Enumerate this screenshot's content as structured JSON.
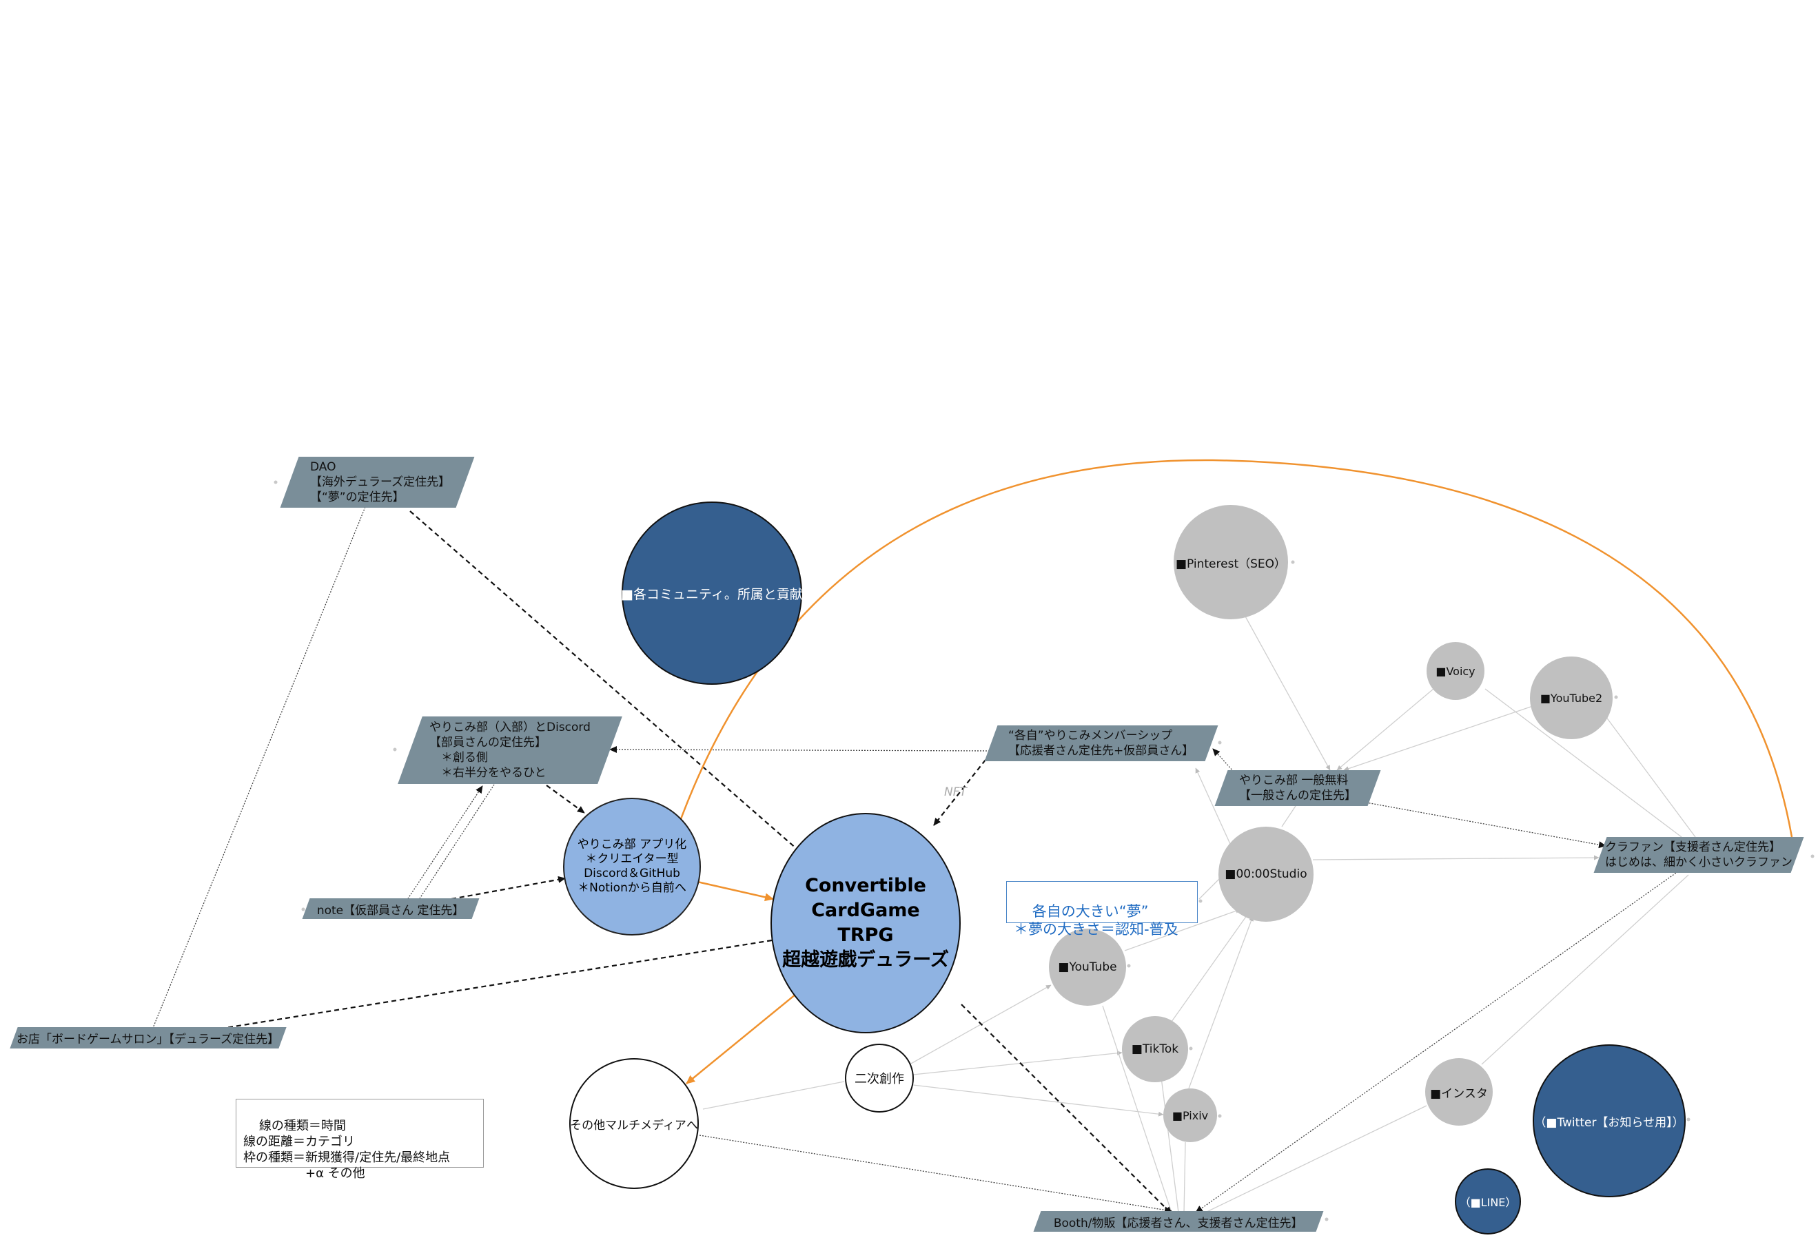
{
  "nodes": {
    "main": "Convertible\nCardGame\nTRPG\n超越遊戯デュラーズ",
    "app": "やりこみ部 アプリ化\n＊クリエイター型\nDiscord＆GitHub\n＊Notionから自前へ",
    "community": "（■各コミュニティ。所属と貢献）",
    "multimedia": "その他マルチメディアへ",
    "derivative": "二次創作",
    "pinterest": "■Pinterest（SEO）",
    "voicy": "■Voicy",
    "youtube2": "■YouTube2",
    "studio": "■00:00Studio",
    "youtube": "■YouTube",
    "tiktok": "■TikTok",
    "pixiv": "■Pixiv",
    "insta": "■インスタ",
    "twitter": "（■Twitter【お知らせ用】）",
    "line": "（■LINE）",
    "dao": "DAO\n【海外デュラーズ定住先】\n【“夢”の定住先】",
    "discord_club": "やりこみ部（入部）とDiscord\n【部員さんの定住先】\n　＊創る側\n　＊右半分をやるひと",
    "membership": "“各自”やりこみメンバーシップ\n【応援者さん定住先+仮部員さん】",
    "free_club": "やりこみ部 一般無料\n【一般さんの定住先】",
    "crowdfan": "クラファン【支援者さん定住先】\nはじめは、細かく小さいクラファン",
    "note": "note【仮部員さん 定住先】",
    "shop": "お店「ボードゲームサロン」【デュラーズ定住先】",
    "booth": "Booth/物販【応援者さん、支援者さん定住先】"
  },
  "dream_note": "各自の大きい“夢”\n＊夢の大きさ＝認知-普及",
  "edge_label_nft": "NFT",
  "legend": "線の種類＝時間\n線の距離＝カテゴリ\n枠の種類＝新規獲得/定住先/最終地点\n　　　　　+α その他",
  "colors": {
    "light_blue": "#8fb3e2",
    "dark_blue": "#355f8f",
    "grey": "#c0c0c0",
    "slate": "#7a8e99",
    "orange": "#f0922e"
  }
}
